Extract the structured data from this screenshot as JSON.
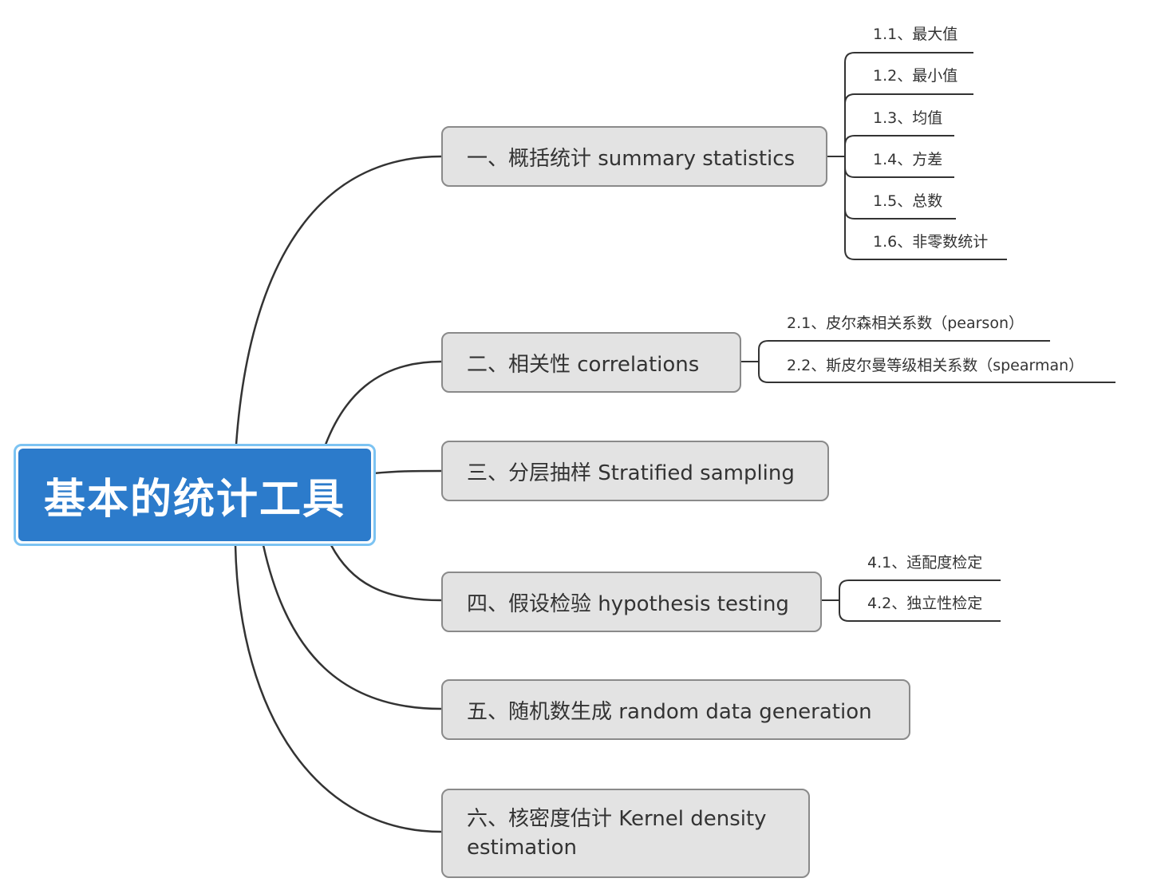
{
  "root": {
    "label": "基本的统计工具"
  },
  "branches": [
    {
      "label": "一、概括统计 summary statistics",
      "children": [
        "1.1、最大值",
        "1.2、最小值",
        "1.3、均值",
        "1.4、方差",
        "1.5、总数",
        "1.6、非零数统计"
      ]
    },
    {
      "label": "二、相关性  correlations",
      "children": [
        "2.1、皮尔森相关系数（pearson）",
        "2.2、斯皮尔曼等级相关系数（spearman）"
      ]
    },
    {
      "label": "三、分层抽样 Stratified sampling",
      "children": []
    },
    {
      "label": "四、假设检验 hypothesis testing",
      "children": [
        "4.1、适配度检定",
        "4.2、独立性检定"
      ]
    },
    {
      "label": "五、随机数生成 random data generation",
      "children": []
    },
    {
      "label": "六、核密度估计 Kernel density estimation",
      "children": []
    }
  ],
  "colors": {
    "root_fill": "#2c7bcb",
    "root_glow": "#7cc3f2",
    "branch_fill": "#e3e3e3",
    "line": "#333333"
  }
}
